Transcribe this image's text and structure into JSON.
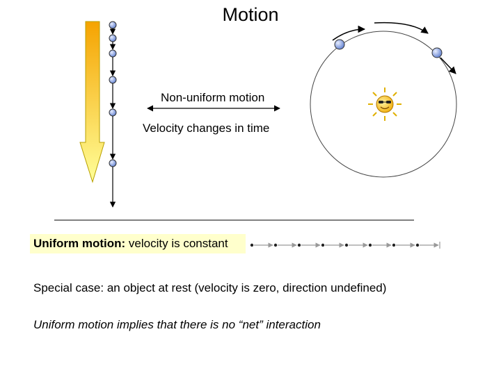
{
  "title": "Motion",
  "labels": {
    "non_uniform": "Non-uniform motion",
    "velocity_changes": "Velocity changes in time",
    "uniform_bold": "Uniform motion:",
    "uniform_rest": " velocity is constant",
    "special_case": "Special case: an object at rest (velocity is zero, direction undefined)",
    "implies": "Uniform motion implies that there is no “net” interaction"
  },
  "icons": [
    "falling-arrow-icon",
    "ball-icon",
    "sun-icon",
    "planet-icon",
    "orbit-icon"
  ],
  "colors": {
    "arrow_fill_top": "#f5a300",
    "arrow_fill_bottom": "#ffff99",
    "ball": "#6f8fd8",
    "highlight": "#ffffcc",
    "sun": "#ffcc33",
    "grey_arrow": "#999999"
  }
}
